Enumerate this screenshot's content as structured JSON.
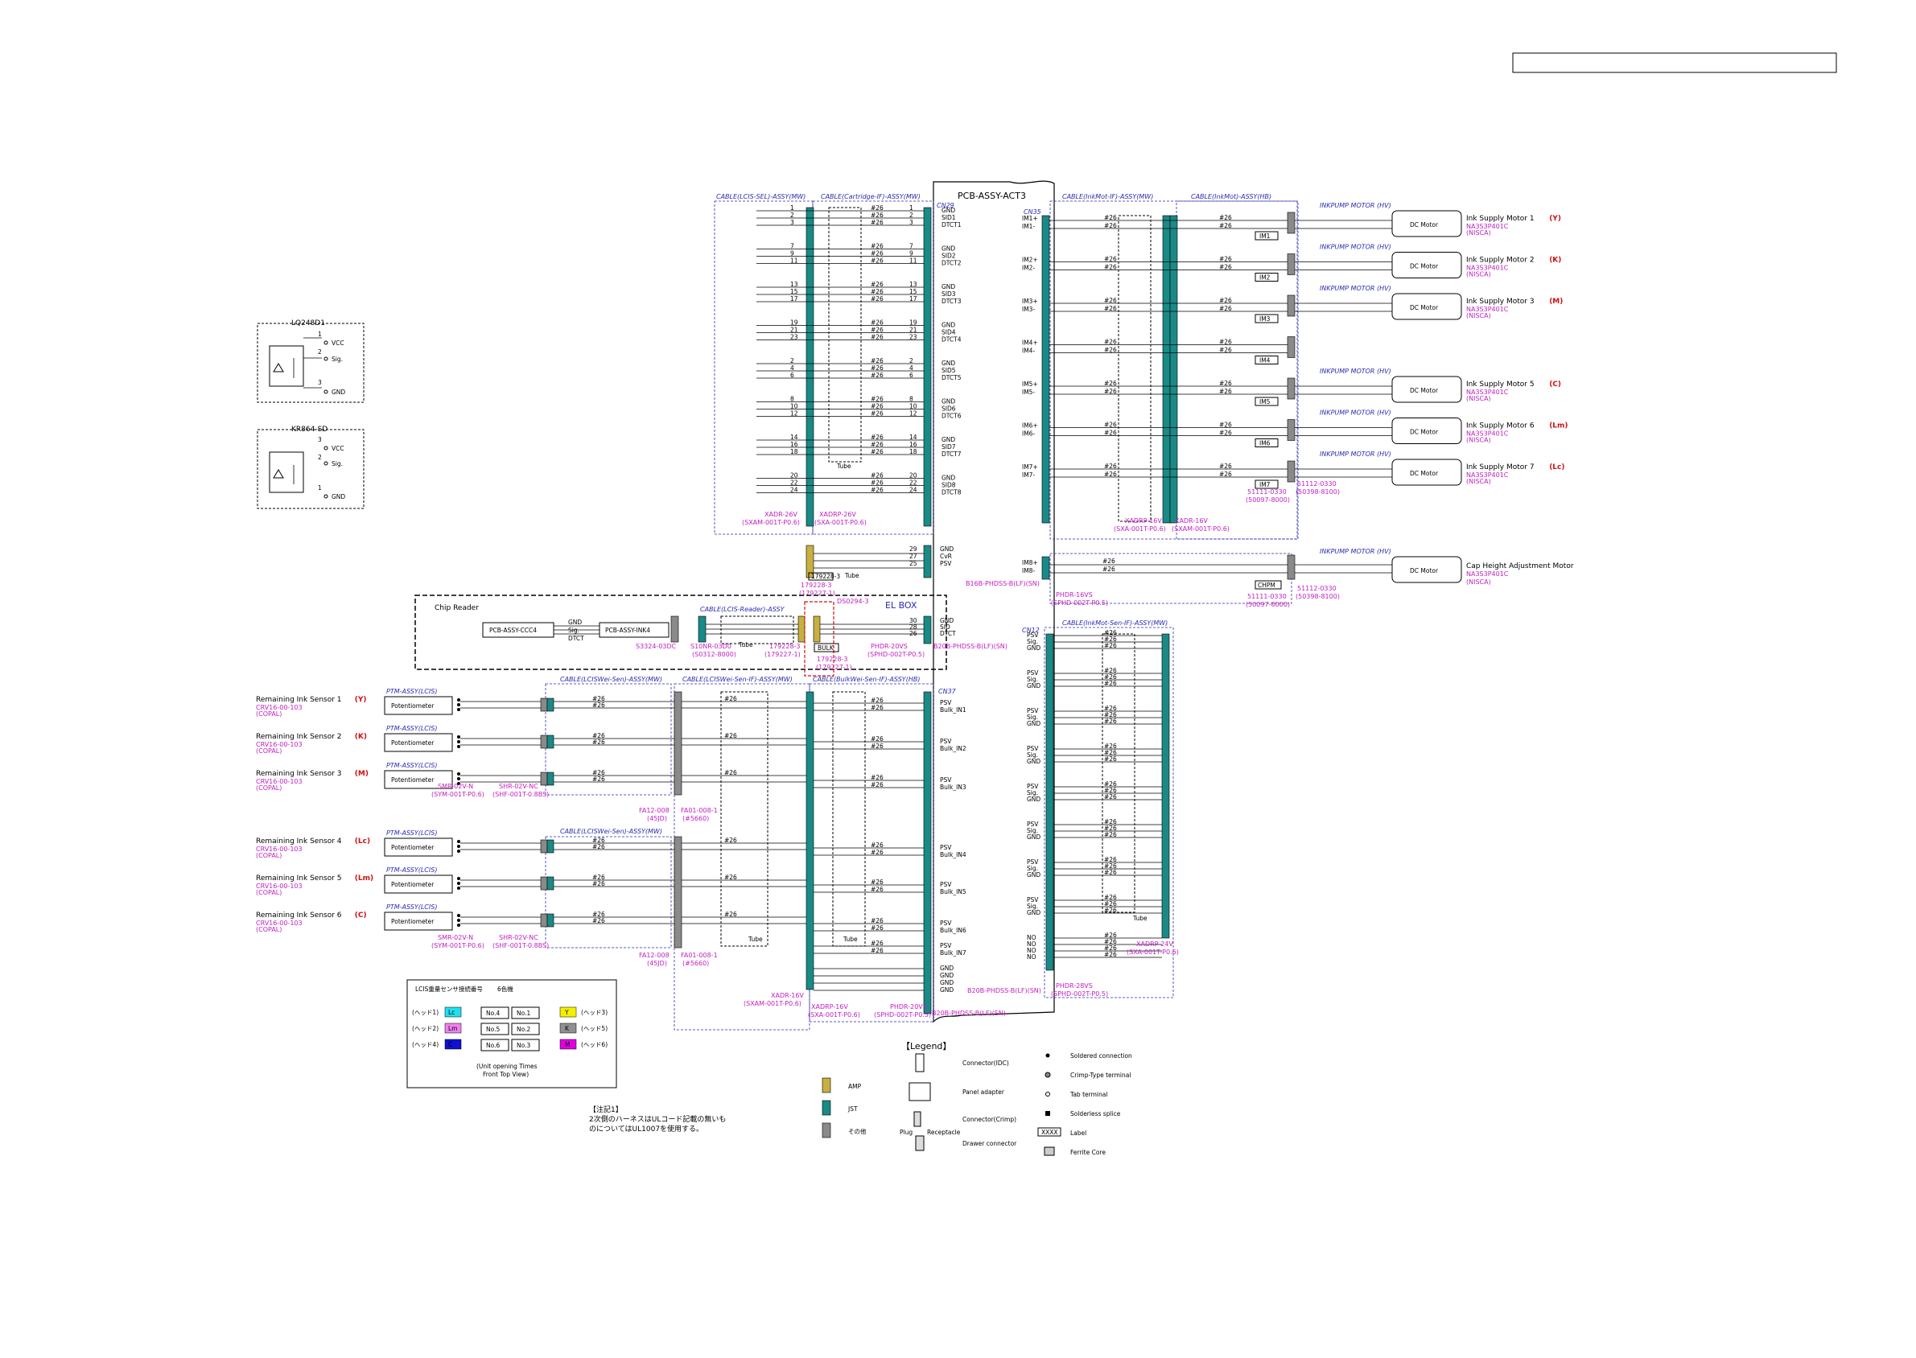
{
  "title_box": "",
  "board": {
    "name": "PCB-ASSY-ACT3",
    "cn29": "CN29",
    "cn35": "CN35",
    "cn12": "CN12",
    "cn37": "CN37",
    "elbox": "EL BOX"
  },
  "sensors_legend": [
    {
      "name": "LQ248D1",
      "pins": [
        "1",
        "2",
        "3"
      ],
      "labels": [
        "VCC",
        "Sig.",
        "GND"
      ]
    },
    {
      "name": "KR864-SD",
      "pins": [
        "3",
        "2",
        "1"
      ],
      "labels": [
        "VCC",
        "Sig.",
        "GND"
      ]
    }
  ],
  "cables_top": {
    "lcis_sel": "CABLE(LCIS-SEL)-ASSY(MW)",
    "cartridge": "CABLE(Cartridge-IF)-ASSY(MW)",
    "inkmot_if": "CABLE(InkMot-IF)-ASSY(MW)",
    "inkmot": "CABLE(InkMot)-ASSY(HB)",
    "inkmot_sen": "CABLE(InkMot-Sen-IF)-ASSY(MW)",
    "lcis_reader": "CABLE(LCIS-Reader)-ASSY",
    "lcis_wei_1": "CABLE(LCISWei-Sen)-ASSY(MW)",
    "lcis_wei_if": "CABLE(LCISWei-Sen-IF)-ASSY(MW)",
    "bulk_wei": "CABLE(BulkWei-Sen-IF)-ASSY(HB)",
    "lcis_wei_2": "CABLE(LCISWei-Sen)-ASSY(MW)"
  },
  "cn29_groups": [
    {
      "signals": [
        "GND",
        "SID1",
        "DTCT1"
      ],
      "pins": [
        "1",
        "2",
        "3"
      ],
      "wires": [
        "#26",
        "#26",
        "#26"
      ]
    },
    {
      "signals": [
        "GND",
        "SID2",
        "DTCT2"
      ],
      "pins": [
        "7",
        "9",
        "11"
      ],
      "wires": [
        "#26",
        "#26",
        "#26"
      ]
    },
    {
      "signals": [
        "GND",
        "SID3",
        "DTCT3"
      ],
      "pins": [
        "13",
        "15",
        "17"
      ],
      "wires": [
        "#26",
        "#26",
        "#26"
      ]
    },
    {
      "signals": [
        "GND",
        "SID4",
        "DTCT4"
      ],
      "pins": [
        "19",
        "21",
        "23"
      ],
      "wires": [
        "#26",
        "#26",
        "#26"
      ]
    },
    {
      "signals": [
        "GND",
        "SID5",
        "DTCT5"
      ],
      "pins": [
        "2",
        "4",
        "6"
      ],
      "wires": [
        "#26",
        "#26",
        "#26"
      ]
    },
    {
      "signals": [
        "GND",
        "SID6",
        "DTCT6"
      ],
      "pins": [
        "8",
        "10",
        "12"
      ],
      "wires": [
        "#26",
        "#26",
        "#26"
      ]
    },
    {
      "signals": [
        "GND",
        "SID7",
        "DTCT7"
      ],
      "pins": [
        "14",
        "16",
        "18"
      ],
      "wires": [
        "#26",
        "#26",
        "#26"
      ]
    },
    {
      "signals": [
        "GND",
        "SID8",
        "DTCT8"
      ],
      "pins": [
        "20",
        "22",
        "24"
      ],
      "wires": [
        "#26",
        "#26",
        "#26"
      ]
    }
  ],
  "cn29_conn": {
    "left": "XADR-26V",
    "left_term": "(SXAM-001T-P0.6)",
    "right": "XADRP-26V",
    "right_term": "(SXA-001T-P0.6)"
  },
  "cvr": {
    "signals": [
      "GND",
      "CvR",
      "PSV"
    ],
    "pins": [
      "29",
      "27",
      "25"
    ],
    "conn": "179228-3",
    "conn2": "(179227-1)",
    "tube": "Tube"
  },
  "chip_reader": {
    "title": "Chip Reader",
    "ccc4": "PCB-ASSY-CCC4",
    "ink4": "PCB-ASSY-INK4",
    "sig": [
      "GND",
      "Sig.",
      "DTCT"
    ],
    "conn1": "S3324-03DC",
    "conn2": "S10NR-03D0",
    "conn2b": "(S0312-8000)",
    "conn3": "179228-3",
    "conn3b": "(179227-1)",
    "conn4": "179228-3",
    "conn4b": "(179227-1)",
    "bulk": "BULK",
    "ref": "DS0294-3",
    "board_sig": [
      "GND",
      "SID",
      "DTCT"
    ],
    "board_pins": [
      "30",
      "28",
      "26"
    ],
    "board_conn": "PHDR-20VS",
    "board_term": "(SPHD-002T-P0.5)",
    "board_hdr": "B20B-PHDSS-B(LF)(SN)"
  },
  "motors": [
    {
      "name": "Ink Supply Motor 1",
      "color": "Y",
      "model": "NA3S3P401C",
      "maker": "(NISCA)",
      "sigs": [
        "IM1+",
        "IM1-"
      ],
      "label": "IM1"
    },
    {
      "name": "Ink Supply Motor 2",
      "color": "K",
      "model": "NA3S3P401C",
      "maker": "(NISCA)",
      "sigs": [
        "IM2+",
        "IM2-"
      ],
      "label": "IM2"
    },
    {
      "name": "Ink Supply Motor 3",
      "color": "M",
      "model": "NA3S3P401C",
      "maker": "(NISCA)",
      "sigs": [
        "IM3+",
        "IM3-"
      ],
      "label": "IM3"
    },
    {
      "name": "",
      "color": "",
      "model": "",
      "maker": "",
      "sigs": [
        "IM4+",
        "IM4-"
      ],
      "label": "IM4"
    },
    {
      "name": "Ink Supply Motor 5",
      "color": "C",
      "model": "NA3S3P401C",
      "maker": "(NISCA)",
      "sigs": [
        "IM5+",
        "IM5-"
      ],
      "label": "IM5"
    },
    {
      "name": "Ink Supply Motor 6",
      "color": "Lm",
      "model": "NA3S3P401C",
      "maker": "(NISCA)",
      "sigs": [
        "IM6+",
        "IM6-"
      ],
      "label": "IM6"
    },
    {
      "name": "Ink Supply Motor 7",
      "color": "Lc",
      "model": "NA3S3P401C",
      "maker": "(NISCA)",
      "sigs": [
        "IM7+",
        "IM7-"
      ],
      "label": "IM7"
    }
  ],
  "cap_motor": {
    "name": "Cap Height Adjustment Motor",
    "model": "NA3S3P401C",
    "maker": "(NISCA)",
    "sigs": [
      "IM8+",
      "IM8-"
    ],
    "label": "CHPM"
  },
  "dc_motor": "DC Motor",
  "inkpump": "INKPUMP MOTOR (HV)",
  "motor_conn": {
    "a": "51112-0330",
    "b": "(50398-8100)",
    "c": "51111-0330",
    "d": "(50097-8000)",
    "e": "XADRP-16V",
    "f": "(SXA-001T-P0.6)",
    "g": "XADR-16V",
    "h": "(SXAM-001T-P0.6)",
    "i": "PHDR-16VS",
    "j": "(SPHD-002T-P0.5)",
    "k": "B16B-PHDSS-B(LF)(SN)"
  },
  "ink_sensors": [
    {
      "name": "Remaining Ink Sensor 1",
      "color": "Y",
      "model": "CRV16-00-103",
      "maker": "(COPAL)"
    },
    {
      "name": "Remaining Ink Sensor 2",
      "color": "K",
      "model": "CRV16-00-103",
      "maker": "(COPAL)"
    },
    {
      "name": "Remaining Ink Sensor 3",
      "color": "M",
      "model": "CRV16-00-103",
      "maker": "(COPAL)"
    },
    {
      "name": "Remaining Ink Sensor 4",
      "color": "Lc",
      "model": "CRV16-00-103",
      "maker": "(COPAL)"
    },
    {
      "name": "Remaining Ink Sensor 5",
      "color": "Lm",
      "model": "CRV16-00-103",
      "maker": "(COPAL)"
    },
    {
      "name": "Remaining Ink Sensor 6",
      "color": "C",
      "model": "CRV16-00-103",
      "maker": "(COPAL)"
    }
  ],
  "ptm": "PTM-ASSY(LCIS)",
  "potentiometer": "Potentiometer",
  "sensor_conn": {
    "a": "SMR-02V-N",
    "b": "(SYM-001T-P0.6)",
    "c": "SHR-02V-NC",
    "d": "(SHF-001T-0.8BS)",
    "e": "FA12-008",
    "f": "(45JD)",
    "g": "FA01-008-1",
    "h": "(#5660)"
  },
  "cn37_groups": [
    {
      "signals": [
        "PSV",
        "Bulk_IN1"
      ]
    },
    {
      "signals": [
        "PSV",
        "Bulk_IN2"
      ]
    },
    {
      "signals": [
        "PSV",
        "Bulk_IN3"
      ]
    },
    {
      "signals": [
        "PSV",
        "Bulk_IN4"
      ]
    },
    {
      "signals": [
        "PSV",
        "Bulk_IN5"
      ]
    },
    {
      "signals": [
        "PSV",
        "Bulk_IN6"
      ]
    },
    {
      "signals": [
        "PSV",
        "Bulk_IN7"
      ]
    },
    {
      "signals": [
        "GND",
        "GND",
        "GND",
        "GND"
      ]
    }
  ],
  "cn37_conn": {
    "a": "XADR-16V",
    "b": "(SXAM-001T-P0.6)",
    "c": "XADRP-16V",
    "d": "(SXA-001T-P0.6)",
    "e": "PHDR-20VS",
    "f": "(SPHD-002T-P0.5)",
    "g": "B20B-PHDSS-B(LF)(SN)"
  },
  "cn12_groups": [
    [
      "PSV",
      "Sig.",
      "GND"
    ],
    [
      "PSV",
      "Sig.",
      "GND"
    ],
    [
      "PSV",
      "Sig.",
      "GND"
    ],
    [
      "PSV",
      "Sig.",
      "GND"
    ],
    [
      "PSV",
      "Sig.",
      "GND"
    ],
    [
      "PSV",
      "Sig.",
      "GND"
    ],
    [
      "PSV",
      "Sig.",
      "GND"
    ],
    [
      "PSV",
      "Sig.",
      "GND"
    ],
    [
      "NO",
      "NO",
      "NO",
      "NO"
    ]
  ],
  "cn12_conn": {
    "a": "XADRP-24V",
    "b": "(SXA-001T-P0.6)",
    "c": "PHDR-28VS",
    "d": "(SPHD-002T-P0.5)",
    "e": "B20B-PHDSS-B(LF)(SN)"
  },
  "tube": "Tube",
  "lcis_table": {
    "title": "LCIS重量センサ接続番号",
    "sub": "6色機",
    "rows": [
      {
        "left": "(ヘッド1)",
        "chip_l": "Lc",
        "nums": [
          "No.4",
          "No.1"
        ],
        "chip_r": "Y",
        "right": "(ヘッド3)"
      },
      {
        "left": "(ヘッド2)",
        "chip_l": "Lm",
        "nums": [
          "No.5",
          "No.2"
        ],
        "chip_r": "K",
        "right": "(ヘッド5)"
      },
      {
        "left": "(ヘッド4)",
        "chip_l": "C",
        "nums": [
          "No.6",
          "No.3"
        ],
        "chip_r": "M",
        "right": "(ヘッド6)"
      }
    ],
    "foot1": "(Unit opening Times",
    "foot2": "Front Top View)"
  },
  "legend": {
    "title": "【Legend】",
    "amp": "AMP",
    "jst": "JST",
    "other": "その他",
    "connector_idc": "Connector(IDC)",
    "panel": "Panel adapter",
    "crimp": "Connector(Crimp)",
    "plug": "Plug",
    "receptacle": "Receptacle",
    "drawer": "Drawer connector",
    "soldered": "Soldered connection",
    "crimp_terminal": "Crimp-Type terminal",
    "tab": "Tab terminal",
    "splice": "Solderless splice",
    "label": "Label",
    "label_box": "XXXX",
    "ferrite": "Ferrite Core"
  },
  "note": {
    "title": "【注記1】",
    "line1": "2次側のハーネスはULコード記載の無いも",
    "line2": "のについてはUL1007を使用する。"
  },
  "colors": {
    "jst": "#1a8a86",
    "amp": "#c8b040",
    "other": "#8a8a8a",
    "cable": "#2a2ab0",
    "part": "#c020c0",
    "Y": "#f5f000",
    "K": "#909090",
    "M": "#e000e0",
    "Lc": "#20e0f0",
    "Lm": "#f080f0",
    "C": "#1010d0"
  }
}
